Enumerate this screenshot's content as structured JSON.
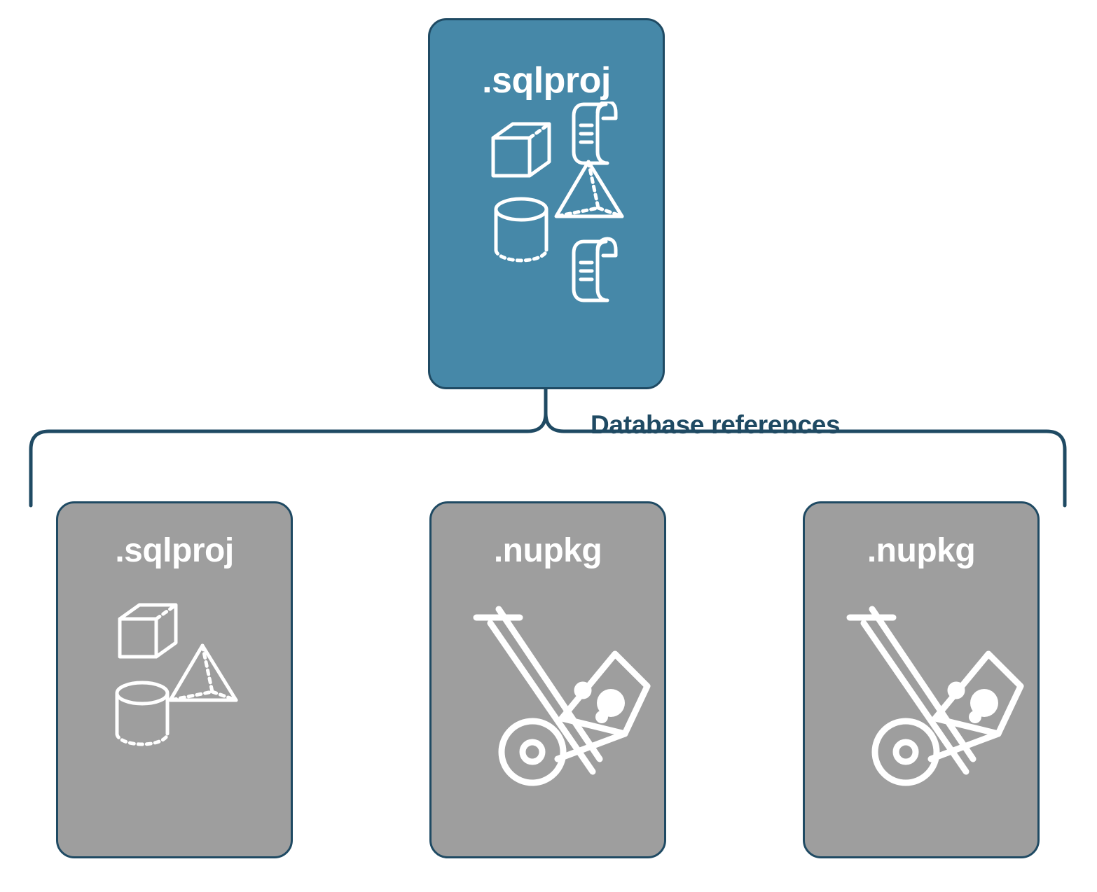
{
  "diagram": {
    "type": "hierarchy",
    "title_text": "",
    "edge_label": "Database references",
    "colors": {
      "root_fill": "#4688a8",
      "child_fill": "#9e9e9e",
      "stroke": "#1f4a63",
      "label_text": "#ffffff",
      "caption_text": "#1f4a63",
      "background": "#ffffff"
    },
    "root": {
      "label": ".sqlproj",
      "icons": [
        "cube-icon",
        "scroll-icon",
        "pyramid-icon",
        "cylinder-icon",
        "scroll-icon"
      ]
    },
    "children": [
      {
        "label": ".sqlproj",
        "icons": [
          "cube-icon",
          "pyramid-icon",
          "cylinder-icon"
        ]
      },
      {
        "label": ".nupkg",
        "icons": [
          "package-dolly-icon"
        ]
      },
      {
        "label": ".nupkg",
        "icons": [
          "package-dolly-icon"
        ]
      }
    ]
  }
}
